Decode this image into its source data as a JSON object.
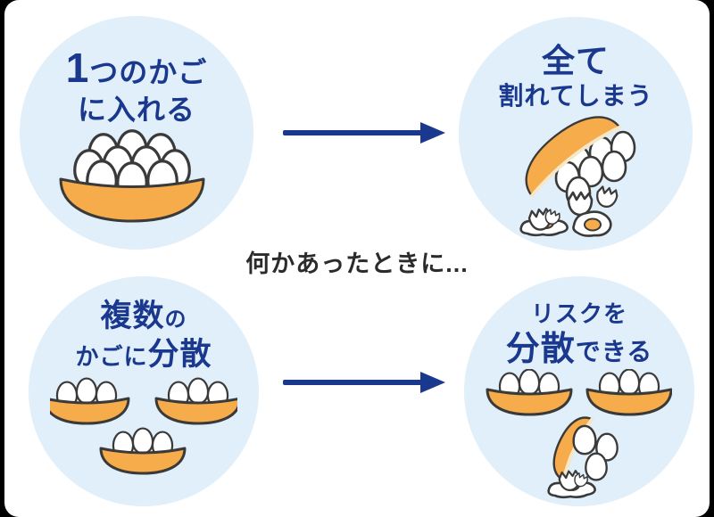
{
  "colors": {
    "frame_background": "#000000",
    "canvas": "#ffffff",
    "circle_blue": "#e0eff9",
    "navy_text": "#1a398e",
    "caption_text": "#2b2b2b",
    "basket_orange": "#f6ac4a",
    "basket_inner_cream": "#f5e7c8",
    "outline": "#3a3a3a",
    "egg_white": "#ffffff"
  },
  "center": {
    "caption": "何かあったときに..."
  },
  "panels": {
    "top_left": {
      "line1_big": "1",
      "line1_rest": "つのかご",
      "line2": "に入れる"
    },
    "top_right": {
      "line1": "全て",
      "line2": "割れてしまう"
    },
    "bottom_left": {
      "line1_big": "複数",
      "line1_small": "の",
      "line2_small": "かごに",
      "line2_big": "分散"
    },
    "bottom_right": {
      "line1": "リスクを",
      "line2_big": "分散",
      "line2_small": "できる"
    }
  },
  "icons": {
    "top_left": "basket-full-of-eggs",
    "top_right": "tipped-basket-broken-eggs",
    "bottom_left": "three-baskets-with-eggs",
    "bottom_right": "baskets-one-tipped-spilling",
    "arrows": "arrow-right"
  }
}
